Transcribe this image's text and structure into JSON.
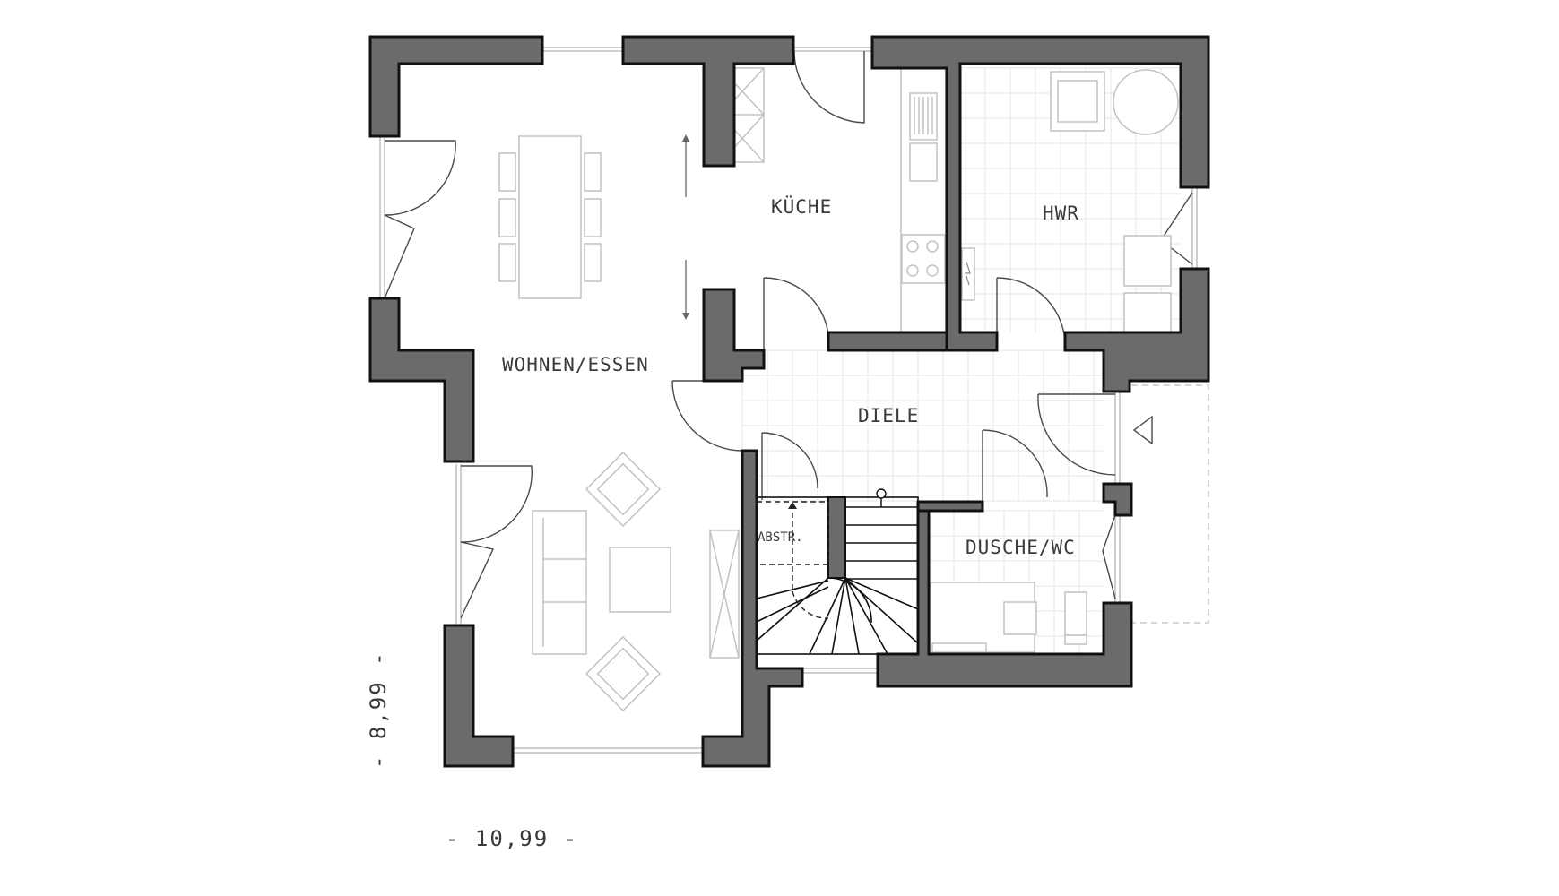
{
  "rooms": {
    "wohnen_essen": "WOHNEN/ESSEN",
    "kueche": "KÜCHE",
    "hwr": "HWR",
    "diele": "DIELE",
    "dusche_wc": "DUSCHE/WC",
    "abstellraum": "ABSTR."
  },
  "dimensions": {
    "width": "- 10,99 -",
    "depth": "- 8,99 -"
  },
  "colors": {
    "wall_fill": "#6b6b6c",
    "wall_outline": "#111111",
    "furniture_line": "#c2c2c2",
    "tile_grid": "#e6e6e6"
  }
}
